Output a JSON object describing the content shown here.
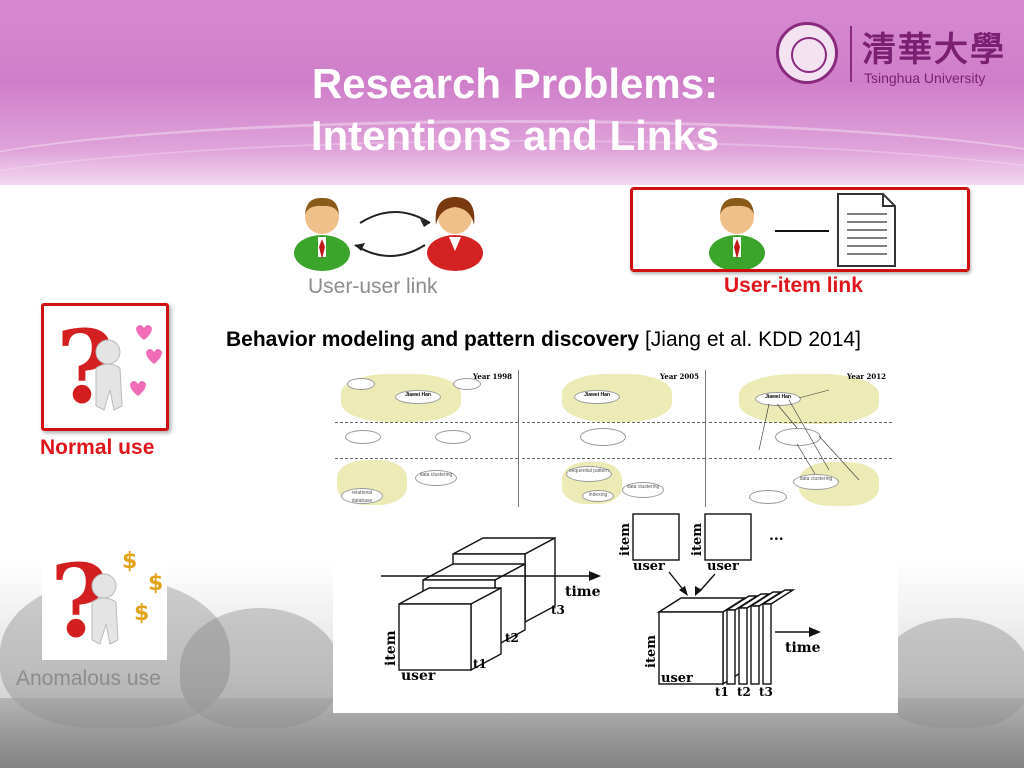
{
  "slide": {
    "title_line1": "Research Problems:",
    "title_line2": "Intentions and Links"
  },
  "logo": {
    "chinese_name": "清華大學",
    "english_name": "Tsinghua University"
  },
  "links": {
    "user_user_label": "User-user link",
    "user_item_label": "User-item link"
  },
  "uses": {
    "normal_label": "Normal use",
    "anomalous_label": "Anomalous use"
  },
  "behavior": {
    "bold_text": "Behavior modeling and pattern discovery",
    "citation": " [Jiang et al. KDD 2014]"
  },
  "network_figure": {
    "years": [
      "Year 1998",
      "Year 2005",
      "Year 2012"
    ],
    "author_node": "Jiawei Han",
    "topic_nodes": [
      "data clustering",
      "sequential pattern",
      "relational database",
      "indexing"
    ]
  },
  "tensor_figure": {
    "axis_item": "item",
    "axis_user": "user",
    "axis_time": "time",
    "times": [
      "t1",
      "t2",
      "t3"
    ],
    "ellipsis": "..."
  },
  "colors": {
    "accent_red": "#e0151b",
    "header_purple": "#d588cf",
    "logo_purple": "#7a1f72",
    "label_gray": "#8c8c8c"
  }
}
